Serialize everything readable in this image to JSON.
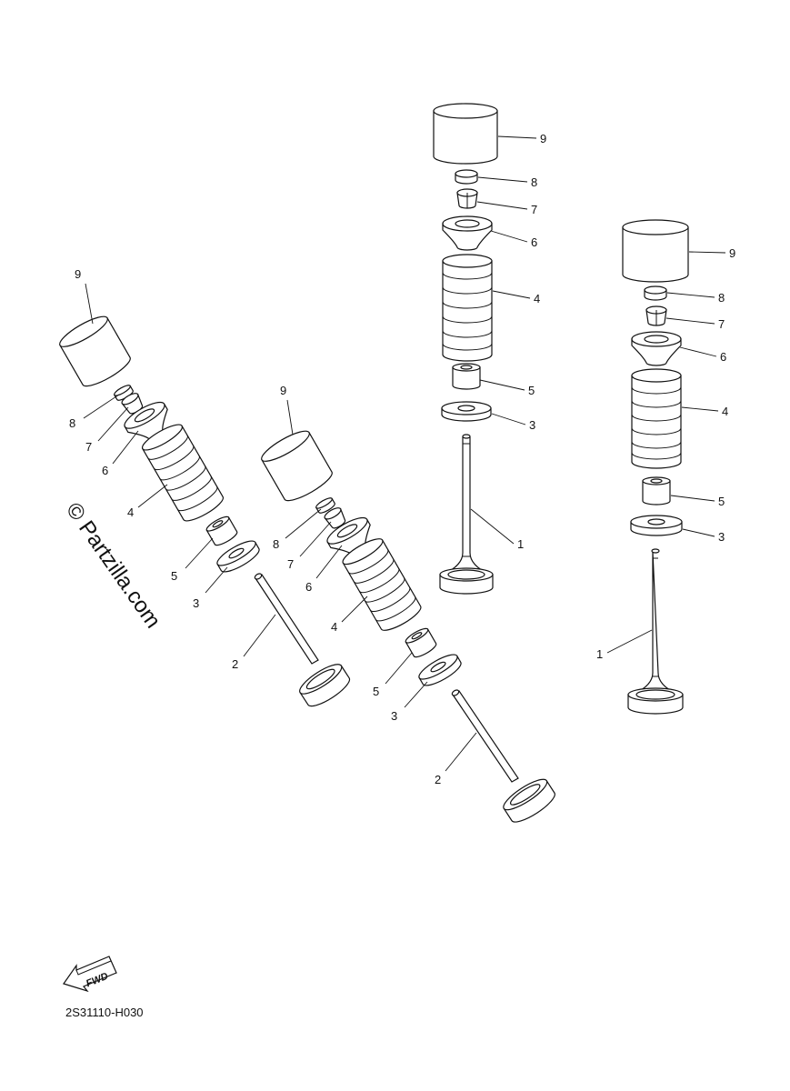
{
  "watermark": "© Partzilla.com",
  "diagram_code": "2S31110-H030",
  "fwd_label": "FWD",
  "callouts": {
    "assembly_left": [
      "9",
      "8",
      "7",
      "6",
      "4",
      "5",
      "3",
      "2"
    ],
    "assembly_middle": [
      "9",
      "8",
      "7",
      "6",
      "4",
      "5",
      "3",
      "2"
    ],
    "assembly_top": [
      "9",
      "8",
      "7",
      "6",
      "4",
      "5",
      "3",
      "1"
    ],
    "assembly_right": [
      "9",
      "8",
      "7",
      "6",
      "4",
      "5",
      "3",
      "1"
    ]
  }
}
